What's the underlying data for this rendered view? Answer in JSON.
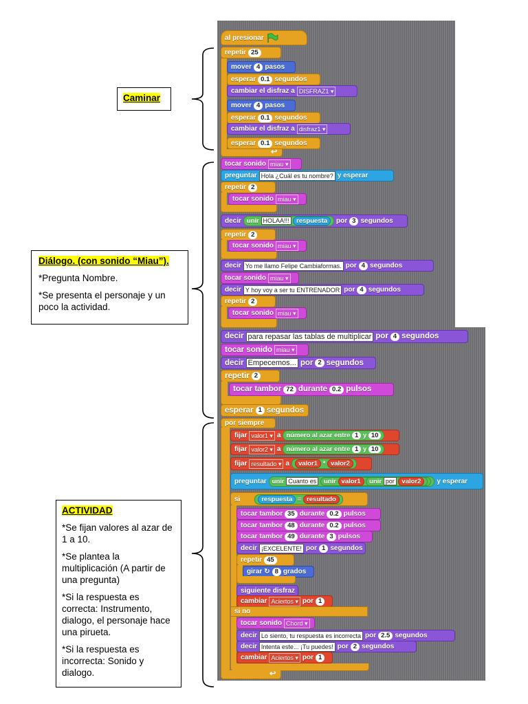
{
  "notes": {
    "caminar": {
      "title": "Caminar"
    },
    "dialogo": {
      "title": "Diálogo. (con sonido “Miau”).",
      "lines": [
        "*Pregunta Nombre.",
        "*Se presenta el personaje y un poco la actividad."
      ]
    },
    "actividad": {
      "title": "ACTIVIDAD",
      "lines": [
        "*Se fijan valores al azar de 1 a 10.",
        "*Se plantea la multiplicación (A partir de una pregunta)",
        "*Si la respuesta es correcta: Instrumento, dialogo, el personaje hace una pirueta.",
        "*Si la respuesta es incorrecta: Sonido y dialogo."
      ]
    }
  },
  "blocks": {
    "hat": "al presionar",
    "repetir": "repetir",
    "n25": "25",
    "mover": "mover",
    "pasos": "pasos",
    "n4": "4",
    "esperar": "esperar",
    "segundos": "segundos",
    "n01": "0.1",
    "cambiar_disfraz": "cambiar el disfraz a",
    "disfraz1_up": "DISFRAZ1",
    "disfraz1": "disfraz1",
    "tocar_sonido": "tocar sonido",
    "miau": "miau",
    "preguntar": "preguntar",
    "pregunta_nombre": "Hola ¿Cuál es tu nombre?",
    "y_esperar": "y esperar",
    "n2": "2",
    "decir": "decir",
    "unir": "unir",
    "holaa": "HOLAA!!!",
    "respuesta": "respuesta",
    "por": "por",
    "n3": "3",
    "felipe": "Yo me llamo Felipe Cambiaformas.",
    "entrenador": "Y hoy voy a ser tu ENTRENADOR",
    "tablas": "para repasar las tablas de multiplicar",
    "empecemos": "Empecemos...",
    "tocar_tambor": "tocar tambor",
    "durante": "durante",
    "pulsos": "pulsos",
    "n72": "72",
    "n02": "0.2",
    "n1": "1",
    "por_siempre": "por siempre",
    "fijar": "fijar",
    "valor1": "valor1",
    "valor2": "valor2",
    "resultado": "resultado",
    "a": "a",
    "numero_azar": "número al azar entre",
    "y": "y",
    "n10": "10",
    "cuanto_es": "Cuanto es",
    "por_word": "por",
    "si": "si",
    "igual": "=",
    "n35": "35",
    "n48": "48",
    "n49": "49",
    "excelente": "¡EXCELENTE!",
    "n45": "45",
    "girar": "girar",
    "n8": "8",
    "grados": "grados",
    "siguiente_disfraz": "siguiente disfraz",
    "cambiar": "cambiar",
    "aciertos": "Aciertos",
    "si_no": "si no",
    "chord": "Chord",
    "lo_siento": "Lo siento, tu respuesta es incorrecta",
    "n25b": "2.5",
    "intenta": "Intenta este... ¡Tu puedes!"
  },
  "colors": {
    "control": "#e6a322",
    "motion": "#4a6cd4",
    "looks": "#8a55d7",
    "sound": "#cf4ad9",
    "sensing": "#2ca5e2",
    "operators": "#59c059",
    "variables": "#e0462e"
  }
}
